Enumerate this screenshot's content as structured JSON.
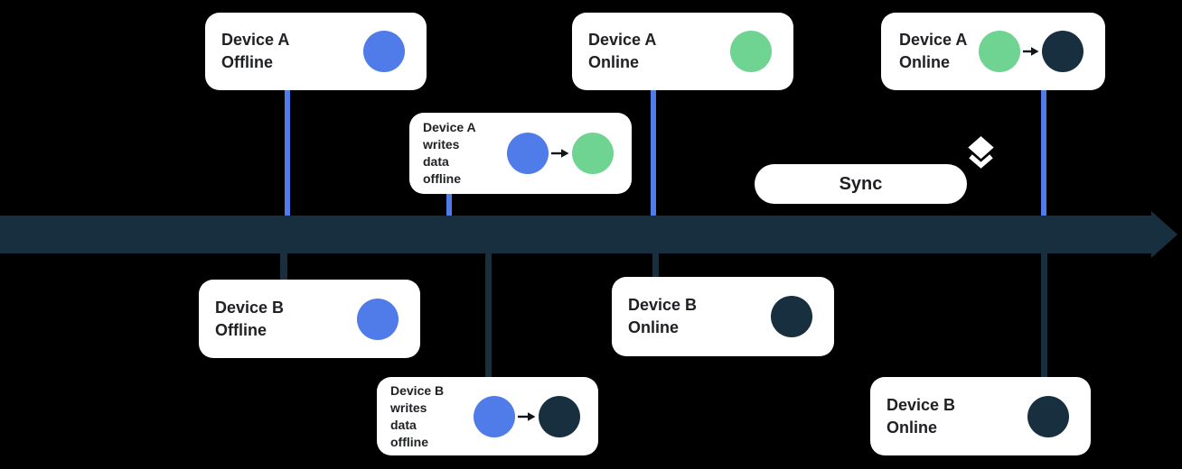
{
  "colors": {
    "background": "#000000",
    "card_bg": "#ffffff",
    "text": "#202124",
    "blue": "#4F7CE8",
    "green": "#6FD391",
    "dark": "#182F3F",
    "arrow": "#111418"
  },
  "timeline": {
    "icon": "timeline-arrow-right",
    "direction": "left-to-right"
  },
  "cards": [
    {
      "name": "device-a-offline",
      "lines": [
        "Device A",
        "Offline"
      ],
      "dots": [
        "blue"
      ]
    },
    {
      "name": "device-a-writes-data-offline",
      "lines": [
        "Device A",
        "writes",
        "data",
        "offline"
      ],
      "dots": [
        "blue",
        "arrow",
        "green"
      ]
    },
    {
      "name": "device-a-online",
      "lines": [
        "Device A",
        "Online"
      ],
      "dots": [
        "green"
      ]
    },
    {
      "name": "device-a-online-synced",
      "lines": [
        "Device A",
        "Online"
      ],
      "dots": [
        "green",
        "arrow",
        "dark"
      ]
    },
    {
      "name": "device-b-offline",
      "lines": [
        "Device B",
        "Offline"
      ],
      "dots": [
        "blue"
      ]
    },
    {
      "name": "device-b-writes-data-offline",
      "lines": [
        "Device B",
        "writes",
        "data",
        "offline"
      ],
      "dots": [
        "blue",
        "arrow",
        "dark"
      ]
    },
    {
      "name": "device-b-online",
      "lines": [
        "Device B",
        "Online"
      ],
      "dots": [
        "dark"
      ]
    },
    {
      "name": "device-b-online-synced",
      "lines": [
        "Device B",
        "Online"
      ],
      "dots": [
        "dark"
      ]
    }
  ],
  "sync": {
    "label": "Sync",
    "icon": "layers-icon"
  }
}
